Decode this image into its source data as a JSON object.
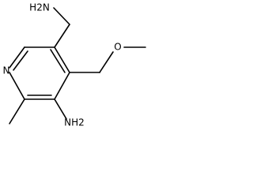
{
  "structure": {
    "labels": {
      "aminomethyl_nh2": "H2N",
      "methoxy_o": "O",
      "ring_n": "N",
      "amino_nh2": "NH2"
    },
    "colors": {
      "bond": "#000000",
      "text": "#000000",
      "background": "#ffffff"
    }
  }
}
